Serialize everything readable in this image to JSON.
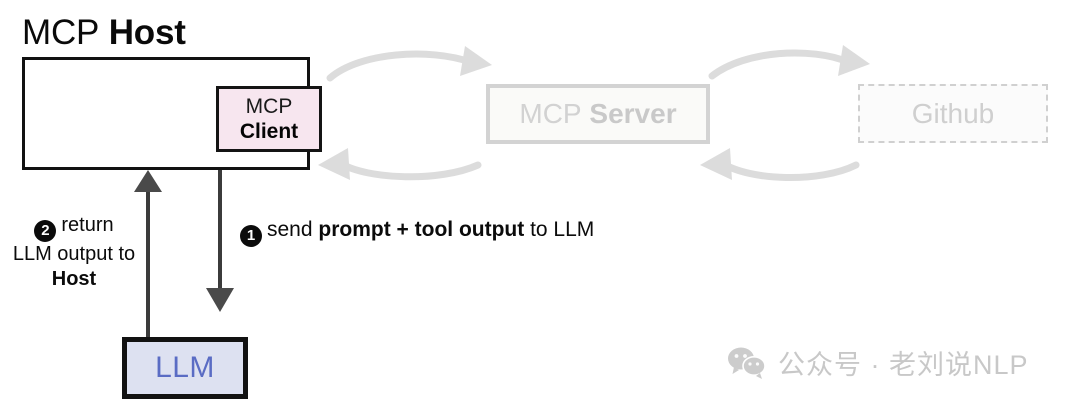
{
  "diagram": {
    "title": {
      "prefix": "MCP",
      "emphasis": "Host"
    },
    "nodes": {
      "host": {
        "name": "MCP Host",
        "fill": "#ffffff",
        "border": "#111111"
      },
      "mcp_client": {
        "line1": "MCP",
        "line2": "Client",
        "fill": "#f7e6ef",
        "border": "#141414"
      },
      "mcp_server": {
        "prefix": "MCP",
        "emphasis": "Server",
        "fill": "#fafaf8",
        "border": "#d3d3d3",
        "state": "dimmed"
      },
      "github": {
        "label": "Github",
        "fill": "#fbfbfb",
        "border": "#d0d0d0",
        "state": "dimmed-dashed"
      },
      "llm": {
        "label": "LLM",
        "fill": "#dde1f1",
        "border": "#121212",
        "text_color": "#5a6cc4"
      }
    },
    "steps": [
      {
        "number": "1",
        "parts": [
          {
            "text": "send ",
            "weight": "light"
          },
          {
            "text": "prompt + tool output",
            "weight": "bold"
          },
          {
            "text": " to LLM",
            "weight": "light"
          }
        ]
      },
      {
        "number": "2",
        "lines": [
          {
            "text": "return",
            "weight": "light"
          },
          {
            "text": "LLM output to",
            "weight": "light"
          },
          {
            "text": "Host",
            "weight": "bold"
          }
        ]
      }
    ],
    "connectors": {
      "client_to_server": "bidirectional-curved",
      "server_to_github": "bidirectional-curved",
      "host_to_llm": "down-arrow",
      "llm_to_host": "up-arrow",
      "arrow_color_dim": "#d8d8d8",
      "arrow_color_solid": "#3b3b3b"
    }
  },
  "watermark": {
    "icon": "wechat-icon",
    "text": "公众号 · 老刘说NLP",
    "color": "#c8c8c8"
  }
}
